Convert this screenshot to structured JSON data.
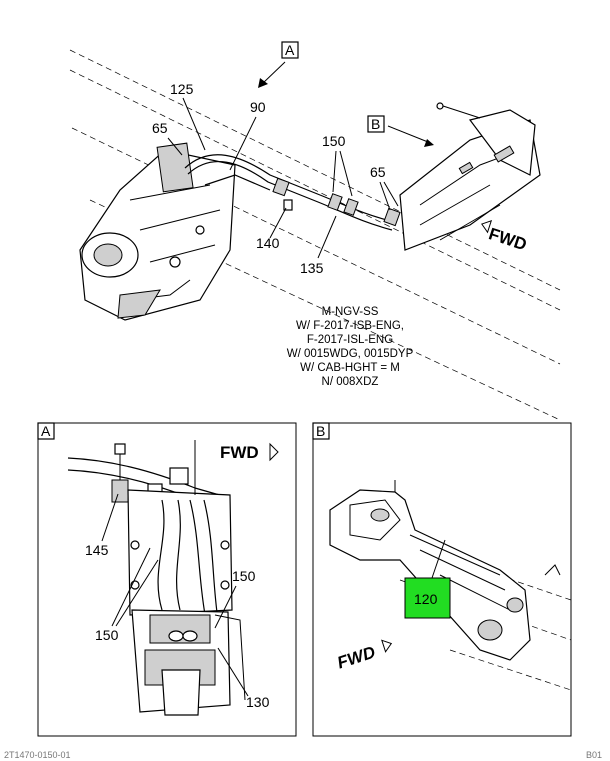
{
  "main_view": {
    "view_letter_a": "A",
    "view_letter_b": "B",
    "fwd": "FWD",
    "callouts": [
      "125",
      "90",
      "65",
      "150",
      "65",
      "140",
      "135"
    ],
    "notes": [
      "M-NGV-SS",
      "W/ F-2017-ISB-ENG,",
      "F-2017-ISL-ENG",
      "W/ 0015WDG, 0015DYP",
      "W/ CAB-HGHT = M",
      "N/ 008XDZ"
    ]
  },
  "detail_a": {
    "label": "A",
    "fwd": "FWD",
    "callouts": [
      "145",
      "150",
      "150",
      "130"
    ]
  },
  "detail_b": {
    "label": "B",
    "fwd": "FWD",
    "highlight_callout": "120",
    "highlight_color": "#22dd22"
  },
  "footer": {
    "left": "2T1470-0150-01",
    "right": "B01"
  }
}
